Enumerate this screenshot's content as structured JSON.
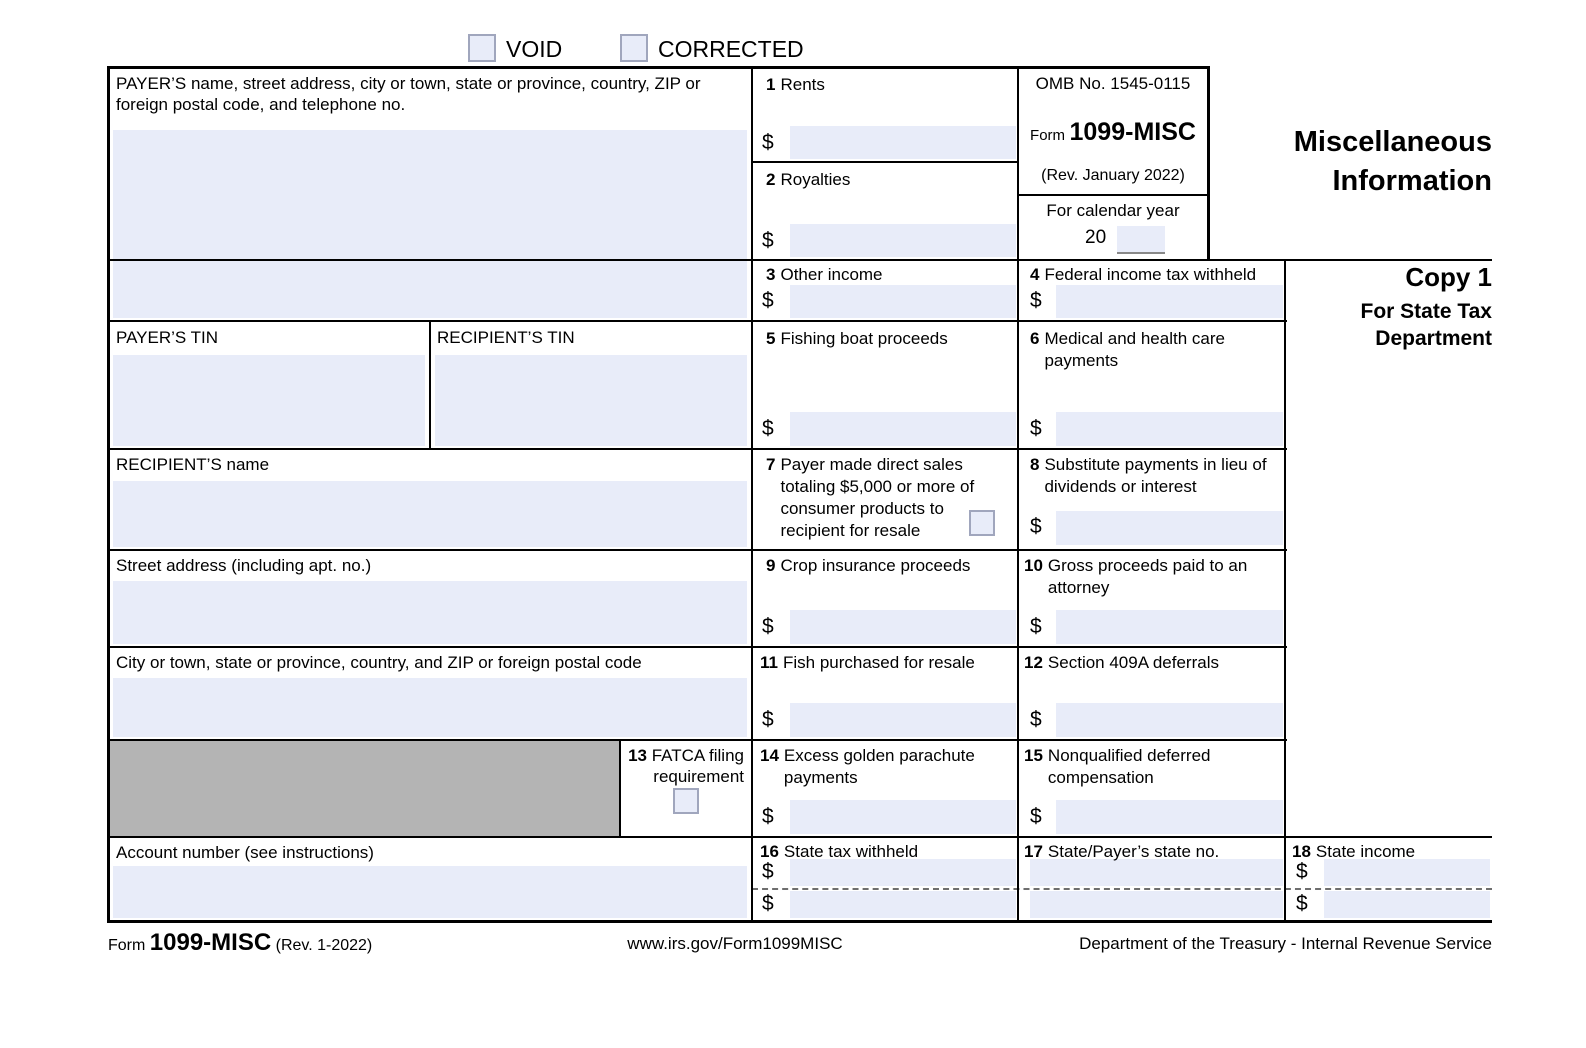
{
  "header": {
    "void_label": "VOID",
    "corrected_label": "CORRECTED"
  },
  "titleblock": {
    "omb": "OMB No. 1545-0115",
    "form_word": "Form",
    "form_number": "1099-MISC",
    "revision": "(Rev. January 2022)",
    "calendar_label": "For calendar year",
    "calendar_prefix": "20",
    "title_line1": "Miscellaneous",
    "title_line2": "Information",
    "copy": "Copy 1",
    "copy_for_line1": "For State Tax",
    "copy_for_line2": "Department"
  },
  "left": {
    "payer_name_label": "PAYER’S name, street address, city or town, state or province, country, ZIP or foreign postal code, and telephone no.",
    "payer_tin_label": "PAYER’S TIN",
    "recipient_tin_label": "RECIPIENT’S TIN",
    "recipient_name_label": "RECIPIENT’S name",
    "street_label": "Street address (including apt. no.)",
    "city_label": "City or town, state or province, country, and ZIP or foreign postal code",
    "account_label": "Account number (see instructions)"
  },
  "boxes": {
    "b1": {
      "num": "1",
      "label": "Rents"
    },
    "b2": {
      "num": "2",
      "label": "Royalties"
    },
    "b3": {
      "num": "3",
      "label": "Other income"
    },
    "b4": {
      "num": "4",
      "label": "Federal income tax withheld"
    },
    "b5": {
      "num": "5",
      "label": "Fishing boat proceeds"
    },
    "b6": {
      "num": "6",
      "label": "Medical and health care payments"
    },
    "b7": {
      "num": "7",
      "label": "Payer made direct sales totaling $5,000 or more of consumer products to recipient for resale"
    },
    "b8": {
      "num": "8",
      "label": "Substitute payments in lieu of dividends or interest"
    },
    "b9": {
      "num": "9",
      "label": "Crop insurance proceeds"
    },
    "b10": {
      "num": "10",
      "label": "Gross proceeds paid to an attorney"
    },
    "b11": {
      "num": "11",
      "label": "Fish purchased for resale"
    },
    "b12": {
      "num": "12",
      "label": "Section 409A deferrals"
    },
    "b13": {
      "num": "13",
      "label": "FATCA filing requirement"
    },
    "b14": {
      "num": "14",
      "label": "Excess golden parachute payments"
    },
    "b15": {
      "num": "15",
      "label": "Nonqualified deferred compensation"
    },
    "b16": {
      "num": "16",
      "label": "State tax withheld"
    },
    "b17": {
      "num": "17",
      "label": "State/Payer’s state no."
    },
    "b18": {
      "num": "18",
      "label": "State income"
    }
  },
  "sym": {
    "dollar": "$"
  },
  "footer": {
    "form_word": "Form",
    "form_number": "1099-MISC",
    "revision": "(Rev. 1-2022)",
    "url": "www.irs.gov/Form1099MISC",
    "agency": "Department of the Treasury - Internal Revenue Service"
  },
  "colors": {
    "fill": "#e8ecf9",
    "gray": "#b4b4b4",
    "cbborder": "#a0a6bd",
    "dash": "#6e6e6e",
    "border": "#000000"
  }
}
